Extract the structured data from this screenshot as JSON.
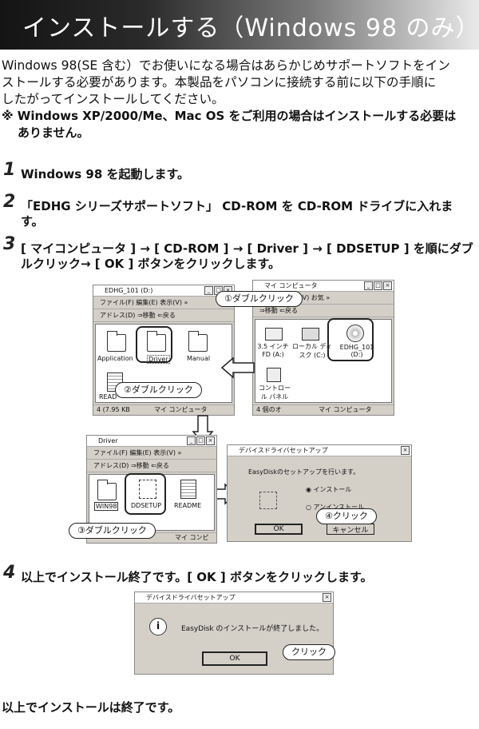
{
  "header": {
    "title": "インストールする（Windows 98 のみ）"
  },
  "intro": {
    "line1": "Windows 98(SE 含む）でお使いになる場合はあらかじめサポートソフトをイン",
    "line2": "ストールする必要があります。本製品をパソコンに接続する前に以下の手順に",
    "line3": "したがってインストールしてください。",
    "note1": "※ Windows XP/2000/Me、Mac OS をご利用の場合はインストールする必要は",
    "note2": "ありません。"
  },
  "steps": [
    {
      "num": "1",
      "text": "Windows 98 を起動します。"
    },
    {
      "num": "2",
      "text": "「EDHG シリーズサポートソフト」 CD-ROM を CD-ROM ドライブに入れま",
      "text2": "す。"
    },
    {
      "num": "3",
      "text": "[ マイコンピュータ ] → [ CD-ROM ] → [ Driver ] → [ DDSETUP ] を順にダブ",
      "text2": "ルクリック→ [ OK ] ボタンをクリックします。"
    },
    {
      "num": "4",
      "text": "以上でインストール終了です。[ OK ] ボタンをクリックします。"
    }
  ],
  "screens": {
    "edhg": {
      "title": "EDHG_101 (D:)",
      "menu": "ファイル(F)  編集(E)  表示(V)  »",
      "toolbar": "アドレス(D)  ⇒移動  ⇐戻る",
      "items": [
        "Application",
        "Driver",
        "Manual",
        "READ"
      ],
      "status_left": "4 (7.95 KB",
      "status_right": "マイ コンピュータ"
    },
    "mycomp": {
      "title": "マイ コンピュータ",
      "menu": "ファイル  表示(V)  お気 »",
      "toolbar": "⇒移動  ⇐戻る",
      "items": [
        "3.5 インチ FD (A:)",
        "ローカル ディスク (C:)",
        "EDHG_101 (D:)",
        "コントロール パネル"
      ],
      "status_left": "4 個のオ",
      "status_right": "マイ コンピュータ"
    },
    "driver": {
      "title": "Driver",
      "menu": "ファイル(F)  編集(E)  表示(V)  »",
      "toolbar": "アドレス(D)  ⇒移動  ⇐戻る",
      "items": [
        "WIN98",
        "DDSETUP",
        "README"
      ],
      "status_right": "マイ コンピ"
    },
    "setup": {
      "title": "デバイスドライバセットアップ",
      "message": "EasyDiskのセットアップを行います。",
      "option1": "インストール",
      "option2": "アンインストール",
      "ok": "OK",
      "cancel": "キャンセル"
    },
    "done": {
      "title": "デバイスドライバセットアップ",
      "message": "EasyDisk のインストールが終了しました。",
      "ok": "OK",
      "info_icon": "i"
    }
  },
  "callouts": {
    "c1": "①ダブルクリック",
    "c2": "②ダブルクリック",
    "c3": "③ダブルクリック",
    "c4": "④クリック",
    "c5": "クリック"
  },
  "closing": "以上でインストールは終了です。"
}
